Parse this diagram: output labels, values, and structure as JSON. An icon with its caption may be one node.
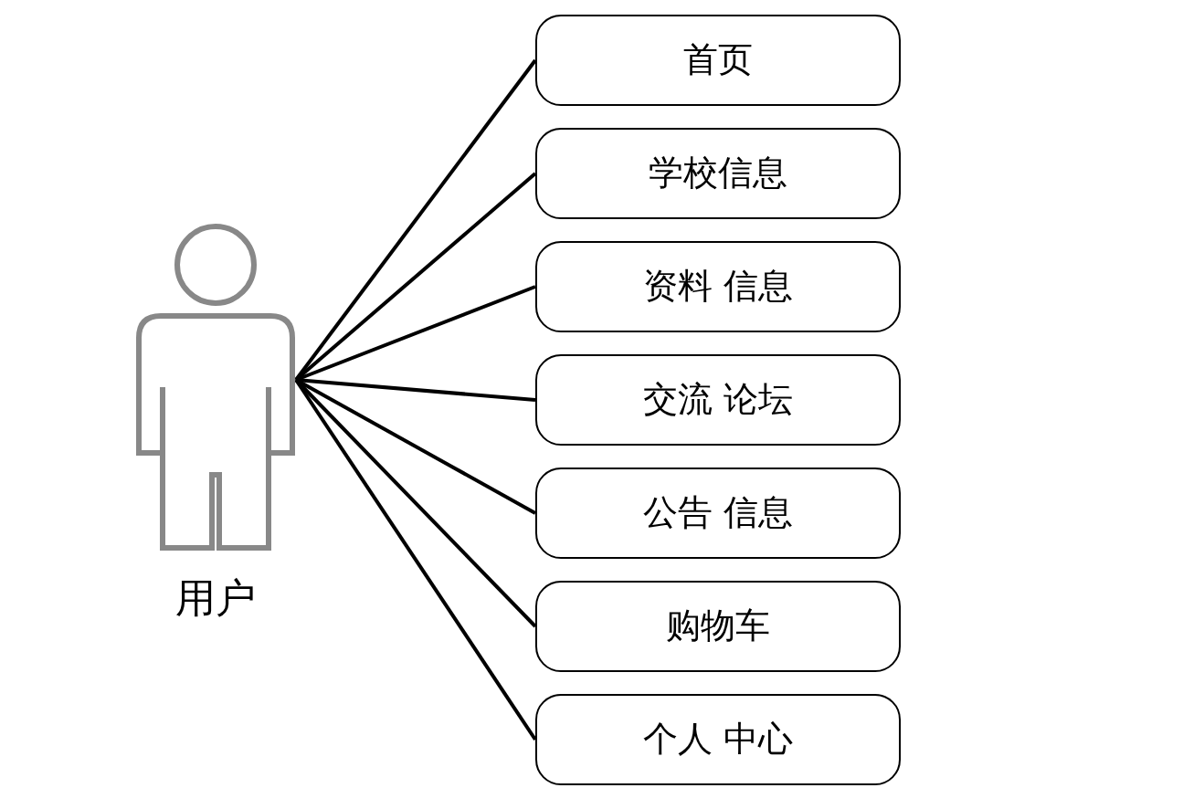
{
  "diagram": {
    "nodes": [
      {
        "text": [
          "用户"
        ]
      },
      {
        "text": [
          "首页"
        ]
      },
      {
        "text": [
          "学校信息"
        ]
      },
      {
        "text": [
          "资料 信息"
        ]
      },
      {
        "text": [
          "交流 论坛"
        ]
      },
      {
        "text": [
          "公告 信息"
        ]
      },
      {
        "text": [
          "购物车"
        ]
      },
      {
        "text": [
          "个人 中心"
        ]
      }
    ],
    "edges": [
      {
        "from": 0,
        "to": 1,
        "arrow": "none"
      },
      {
        "from": 0,
        "to": 2,
        "arrow": "none"
      },
      {
        "from": 0,
        "to": 3,
        "arrow": "none"
      },
      {
        "from": 0,
        "to": 4,
        "arrow": "none"
      },
      {
        "from": 0,
        "to": 5,
        "arrow": "none"
      },
      {
        "from": 0,
        "to": 6,
        "arrow": "none"
      },
      {
        "from": 0,
        "to": 7,
        "arrow": "none"
      }
    ]
  }
}
